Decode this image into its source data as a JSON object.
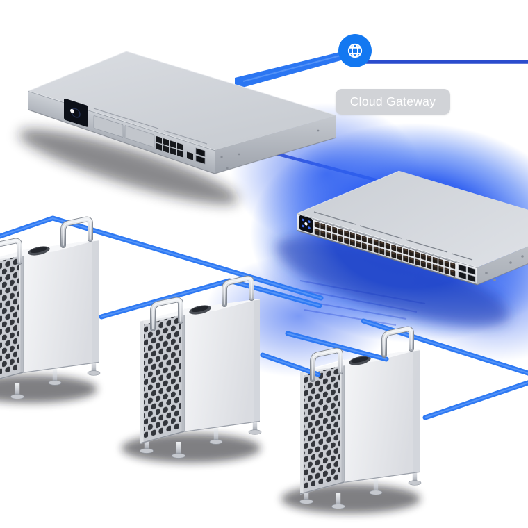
{
  "badge": {
    "text": "Cloud Gateway"
  },
  "nodes": {
    "internet": "globe-icon",
    "gateway": "rackmount-cloud-gateway",
    "switch": "48-port-rackmount-switch",
    "servers": [
      "tower-server-1",
      "tower-server-2",
      "tower-server-3"
    ]
  },
  "colors": {
    "cable_blue": "#2e79f3",
    "wan_line_blue": "#2b4ccd",
    "glow_blue": "#2b5cf0",
    "node_blue": "#1378f1",
    "badge_bg": "#d0d2d6",
    "badge_text": "#ffffff",
    "background": "#ffffff"
  }
}
